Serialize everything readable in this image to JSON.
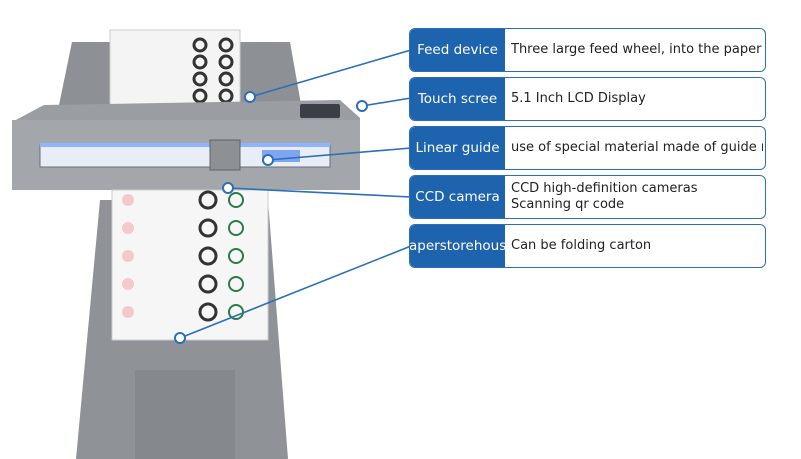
{
  "callouts": [
    {
      "label": "Feed device",
      "lines": [
        "Three large feed wheel, into the paper"
      ]
    },
    {
      "label": "Touch scree",
      "lines": [
        "5.1 Inch LCD Display"
      ]
    },
    {
      "label": "Linear guide",
      "lines": [
        "use of special material made of guide rai"
      ]
    },
    {
      "label": "CCD camera",
      "lines": [
        "CCD high-definition cameras",
        "Scanning qr code"
      ]
    },
    {
      "label": "paper storehouse",
      "label_lines": [
        "paper",
        "storehouse"
      ],
      "lines": [
        "Can be folding carton"
      ]
    }
  ],
  "colors": {
    "accent": "#1e63ad",
    "border": "#2a6fb8",
    "machine": "#8f9296"
  }
}
